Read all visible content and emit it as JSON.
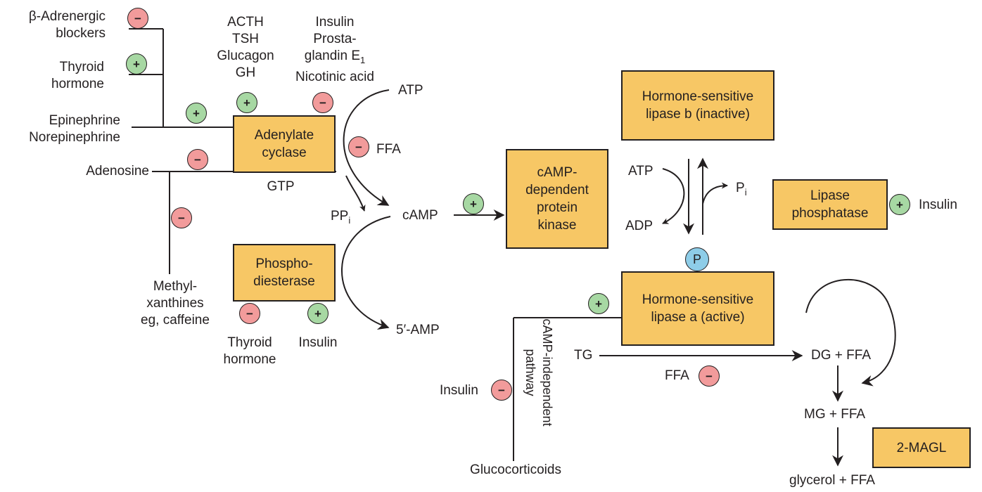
{
  "colors": {
    "box_fill": "#f7c765",
    "plus_fill": "#a7d8a3",
    "minus_fill": "#f29b9b",
    "phosphate_fill": "#8ecde8"
  },
  "boxes": {
    "adenylate_cyclase": "Adenylate\ncyclase",
    "phosphodiesterase": "Phospho-\ndiesterase",
    "pka": "cAMP-\ndependent\nprotein\nkinase",
    "hsl_b": "Hormone-sensitive\nlipase b (inactive)",
    "lipase_phosphatase": "Lipase\nphosphatase",
    "hsl_a": "Hormone-sensitive\nlipase a (active)",
    "magl": "2-MAGL"
  },
  "labels": {
    "beta_blockers": "β-Adrenergic\nblockers",
    "thyroid_hormone_top": "Thyroid\nhormone",
    "epinephrine": "Epinephrine\nNorepinephrine",
    "adenosine": "Adenosine",
    "hormones": "ACTH\nTSH\nGlucagon\nGH",
    "insulin_group_1": "Insulin",
    "insulin_group_2": "Prosta-",
    "insulin_group_3": "glandin E",
    "insulin_group_3_sub": "1",
    "insulin_group_4": "Nicotinic acid",
    "gtp": "GTP",
    "methylxanthines": "Methyl-\nxanthines\neg, caffeine",
    "thyroid_hormone_bottom": "Thyroid\nhormone",
    "insulin_pde": "Insulin",
    "atp_top": "ATP",
    "ffa_inhibit": "FFA",
    "ppi": "PP",
    "ppi_sub": "i",
    "camp": "cAMP",
    "five_amp": "5′-AMP",
    "atp_pka": "ATP",
    "adp": "ADP",
    "pi": "P",
    "pi_sub": "i",
    "insulin_phosphatase": "Insulin",
    "phosphate": "P",
    "tg": "TG",
    "dg_ffa": "DG + FFA",
    "ffa_tg": "FFA",
    "mg_ffa": "MG + FFA",
    "glycerol_ffa": "glycerol + FFA",
    "insulin_glucocorticoid": "Insulin",
    "camp_independent": "cAMP-independent\npathway",
    "glucocorticoids": "Glucocorticoids"
  },
  "badges": {
    "plus": "+",
    "minus": "−"
  }
}
